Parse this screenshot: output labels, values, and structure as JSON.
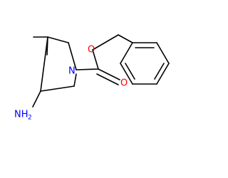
{
  "molecule": {
    "atoms": {
      "carbonyl_oxygen": "O",
      "ester_oxygen": "O",
      "ring_nitrogen": "N",
      "amine_symbol": "NH",
      "amine_subscript": "2"
    }
  },
  "colors": {
    "bond": "#000000",
    "oxygen": "#ff0000",
    "nitrogen": "#0000ff",
    "background": "#ffffff"
  }
}
